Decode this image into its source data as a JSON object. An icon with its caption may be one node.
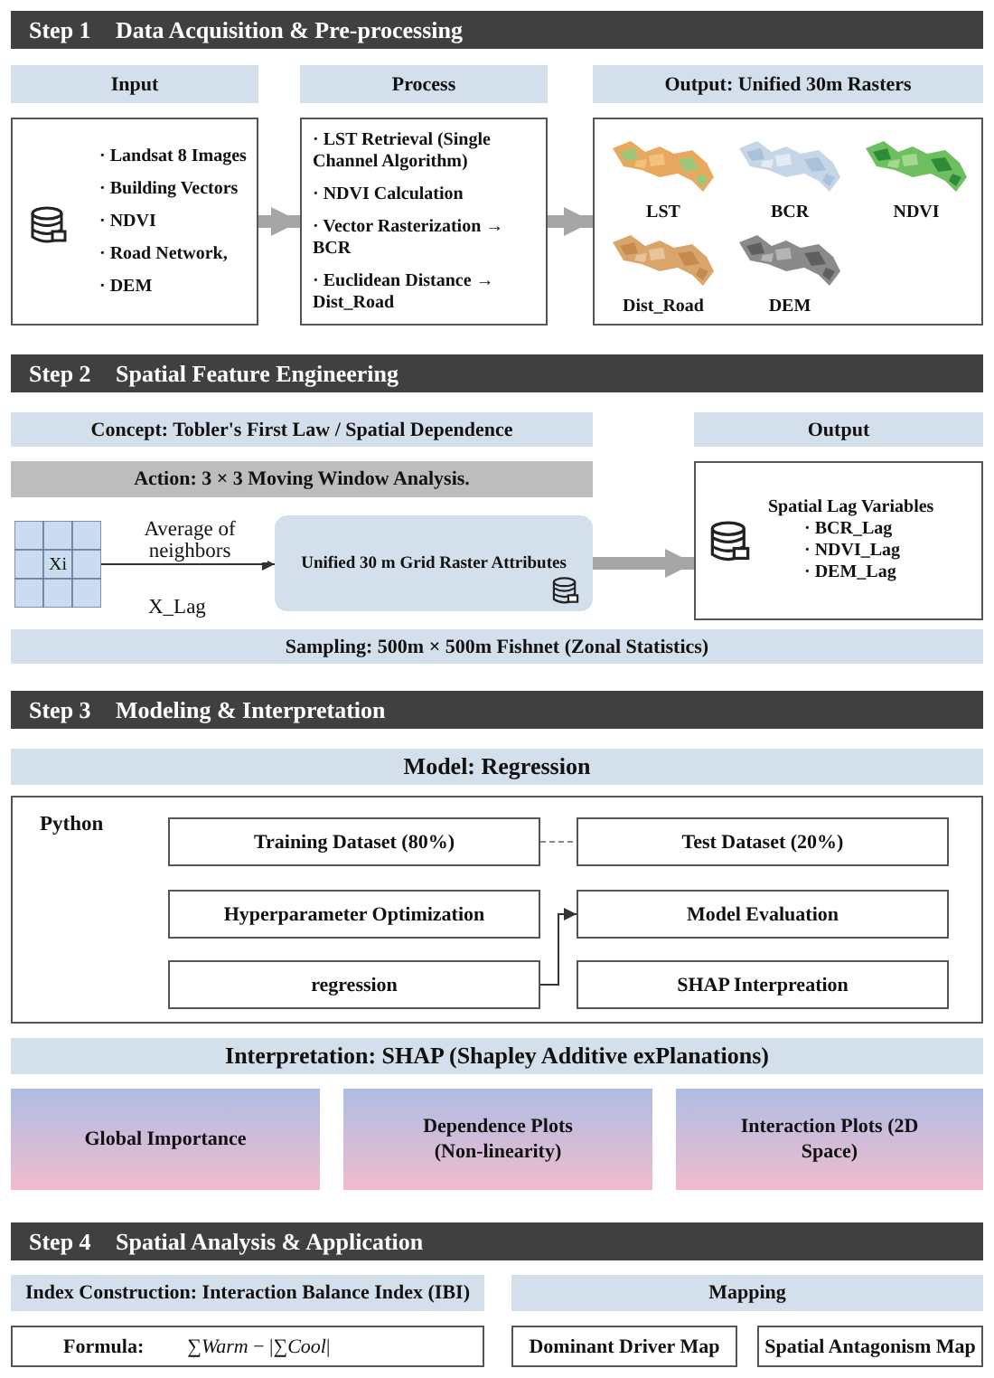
{
  "diagram": {
    "nodes": [
      {
        "text": [
          "Step 1",
          "Data Acquisition & Pre-processing"
        ]
      },
      {
        "text": [
          "Input"
        ]
      },
      {
        "text": [
          "Process"
        ]
      },
      {
        "text": [
          "Output: Unified 30m Rasters"
        ]
      },
      {
        "text": [
          "· Landsat 8 Images",
          "· Building Vectors",
          "· NDVI",
          "· Road Network,",
          "· DEM"
        ]
      },
      {
        "text": [
          "· LST Retrieval (Single Channel Algorithm)",
          "· NDVI Calculation",
          "· Vector Rasterization → BCR",
          "· Euclidean Distance → Dist_Road"
        ]
      },
      {
        "text": [],
        "shape": "box"
      },
      {
        "text": [
          "LST"
        ],
        "in": 6
      },
      {
        "text": [
          "BCR"
        ],
        "in": 6
      },
      {
        "text": [
          "NDVI"
        ],
        "in": 6
      },
      {
        "text": [
          "Dist_Road"
        ],
        "in": 6
      },
      {
        "text": [
          "DEM"
        ],
        "in": 6
      },
      {
        "text": [
          "Step 2",
          "Spatial Feature Engineering"
        ]
      },
      {
        "text": [
          "Concept: Tobler's First Law / Spatial Dependence"
        ]
      },
      {
        "text": [
          "Output"
        ]
      },
      {
        "text": [
          "Action: 3 × 3 Moving Window Analysis."
        ]
      },
      {
        "text": [
          "Xi"
        ]
      },
      {
        "text": [
          "Unified 30 m Grid Raster Attributes"
        ]
      },
      {
        "text": [
          "Spatial Lag Variables",
          "· BCR_Lag",
          "· NDVI_Lag",
          "· DEM_Lag"
        ]
      },
      {
        "text": [
          "Sampling: 500m × 500m Fishnet (Zonal Statistics)"
        ]
      },
      {
        "text": [
          "Step 3",
          "Modeling & Interpretation"
        ]
      },
      {
        "text": [
          "Model: Regression"
        ]
      },
      {
        "text": [],
        "shape": "box"
      },
      {
        "text": [
          "Training Dataset (80%)"
        ],
        "in": 22
      },
      {
        "text": [
          "Test Dataset (20%)"
        ],
        "in": 22
      },
      {
        "text": [
          "Hyperparameter Optimization"
        ],
        "in": 22
      },
      {
        "text": [
          "Model Evaluation"
        ],
        "in": 22
      },
      {
        "text": [
          "regression"
        ],
        "in": 22
      },
      {
        "text": [
          "SHAP Interpreation"
        ],
        "in": 22
      },
      {
        "text": [
          "Interpretation: SHAP (Shapley Additive exPlanations)"
        ]
      },
      {
        "text": [
          "Global Importance"
        ]
      },
      {
        "text": [
          "Dependence Plots (Non-linearity)"
        ]
      },
      {
        "text": [
          "Interaction Plots (2D Space)"
        ]
      },
      {
        "text": [
          "Step 4",
          "Spatial Analysis & Application"
        ]
      },
      {
        "text": [
          "Index Construction: Interaction Balance Index (IBI)"
        ]
      },
      {
        "text": [
          "Mapping"
        ]
      },
      {
        "text": [
          "Formula:",
          "∑*Warm* − |∑*Cool*|"
        ]
      },
      {
        "text": [
          "Dominant Driver Map"
        ]
      },
      {
        "text": [
          "Spatial Antagonism Map"
        ]
      }
    ],
    "edges": [
      {
        "from": 4,
        "to": 5,
        "arrow": "to",
        "style": "thick",
        "color": "#a6a6a6"
      },
      {
        "from": 5,
        "to": 6,
        "arrow": "to",
        "style": "thick",
        "color": "#a6a6a6"
      },
      {
        "from": 16,
        "to": 17,
        "arrow": "to",
        "label": "Average of neighbors",
        "color": "#333333"
      },
      {
        "from": 17,
        "to": 18,
        "arrow": "to",
        "style": "thick",
        "color": "#a6a6a6"
      },
      {
        "from": 23,
        "to": 24,
        "arrow": "none",
        "style": "dashed",
        "color": "#888888"
      },
      {
        "from": 27,
        "to": 26,
        "arrow": "to",
        "color": "#333333"
      }
    ],
    "labels": [
      "X_Lag",
      "Python"
    ]
  }
}
